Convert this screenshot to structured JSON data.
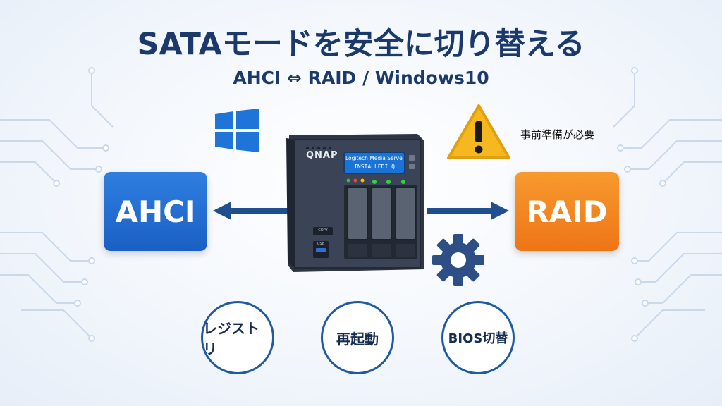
{
  "title": "SATAモードを安全に切り替える",
  "subtitle": "AHCI ⇔ RAID / Windows10",
  "modes": {
    "left": "AHCI",
    "right": "RAID"
  },
  "warning": {
    "text": "事前準備が必要",
    "icon": "warning-triangle-icon"
  },
  "nas": {
    "brand": "QNAP",
    "lcd_line1": "Logitech Media Server",
    "lcd_line2": "INSTALLEDI Q",
    "button_label": "COPY",
    "usb_label": "USB"
  },
  "steps": [
    {
      "label": "レジストリ"
    },
    {
      "label": "再起動"
    },
    {
      "label": "BIOS切替"
    }
  ],
  "colors": {
    "ahci": "#1a5fc4",
    "raid": "#ee7516",
    "title": "#1b3a6b",
    "accent": "#1f5aa5"
  }
}
